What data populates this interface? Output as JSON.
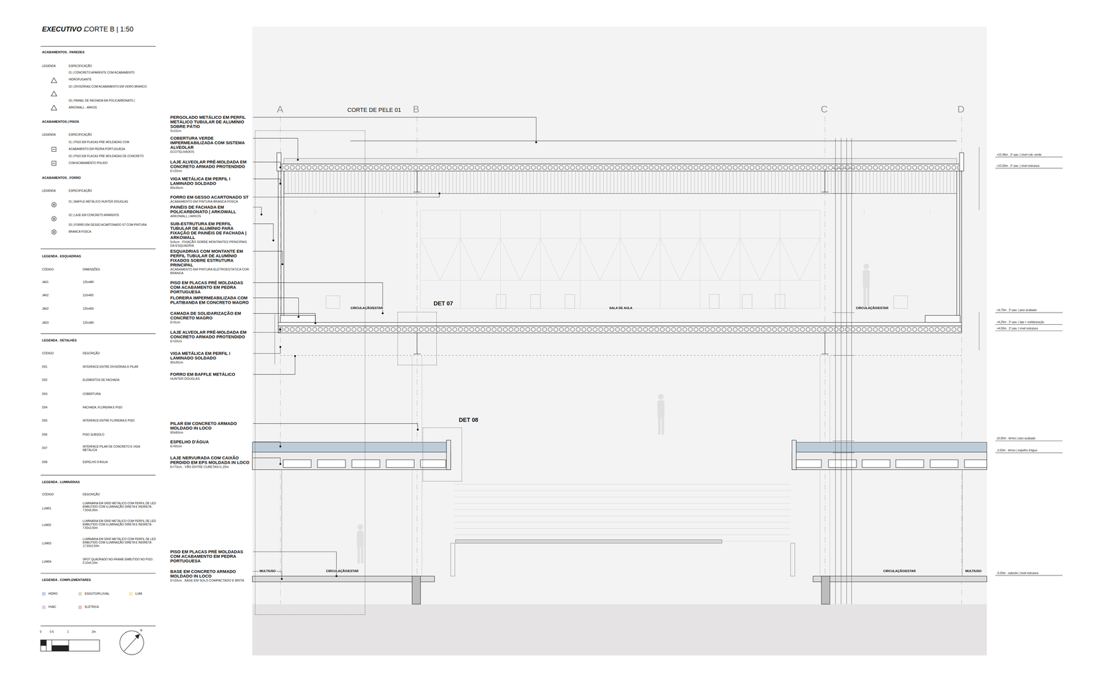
{
  "diagram": {
    "title": "EXECUTIVO .",
    "nodes": [
      {
        "text": [
          "CORTE DE PELE 01"
        ]
      },
      {
        "text": [
          "DET 07"
        ]
      },
      {
        "text": [
          "DET 08"
        ]
      }
    ],
    "labels": [
      "CORTE B | 1:50",
      "ACABAMENTOS . PAREDES",
      "LEGENDA",
      "ESPECIFICAÇÃO",
      "ACABAMENTOS | PISOS",
      "LEGENDA",
      "ESPECIFICAÇÃO",
      "ACABAMENTOS . FORRO",
      "LEGENDA",
      "ESPECIFICAÇÃO",
      "LEGENDA . ESQUADRIAS",
      "CÓDIGO",
      "DIMENSÕES",
      "JA01",
      "125x480",
      "JA02",
      "110x450",
      "JA02",
      "125x450",
      "JA03",
      "125x380",
      "LEGENDA . DETALHES",
      "CÓDIGO",
      "DESCRIÇÃO",
      "D01",
      "INTERFACE ENTRE DIVISÓRIAS E PILAR",
      "D02",
      "ELEMENTOS DE FACHADA",
      "D03",
      "COBERTURA",
      "D04",
      "FACHADA, FLOREIRA E PISO",
      "D05",
      "INTERFACE ENTRE FLOREIRA E PISO",
      "D06",
      "PISO SUBSOLO",
      "D07",
      "INTERFACE PILAR DE CONCRETO E VIGA METÁLICA",
      "D08",
      "ESPELHO D'ÁGUA",
      "LEGENDA . LUMINÁRIAS",
      "CÓDIGO",
      "DESCRIÇÃO",
      "LUM01",
      "LUMINÁRIA EM GRID METÁLICO COM PERFIL DE LED EMBUTIDO COM ILUMINAÇÃO DIRETA E INDIRETA . 7,50x5,00m",
      "LUM02",
      "LUMINÁRIA EM GRID METÁLICO COM PERFIL DE LED EMBUTIDO COM ILUMINAÇÃO DIRETA E INDIRETA . 7,50x2,50m",
      "LUM03",
      "LUMINÁRIA EM GRID METÁLICO COM PERFIL DE LED EMBUTIDO COM ILUMINAÇÃO DIRETA E INDIRETA . 17,50x2,50m",
      "LUM04",
      "SPOT QUADRADO NO-FRAME EMBUTIDO NO PISO . 0,10x0,10m",
      "LEGENDA . COMPLEMENTARES",
      "0",
      "0.5",
      "1",
      "2m",
      "N",
      "A",
      "B",
      "C",
      "D",
      "CIRCULAÇÃO/ESTAR",
      "SALA DE AULA",
      "CIRCULAÇÃO/ESTAR",
      "MULTIUSO",
      "CIRCULAÇÃO/ESTAR",
      "CIRCULAÇÃO/ESTAR",
      "MULTIUSO",
      "+10,45m . 2º pav. | nível cob. verde",
      "+10,00m . 2º pav. | nível estrutura",
      "+4,70m . 2º pav. | piso acabado",
      "+4,25m . 2º pav. | laje + solidarização",
      "+4,00m . 2º pav. | nível estrutura",
      "±0,00m . térreo | piso acabado",
      "-0,50m . térreo | espelho d'água",
      "-5,00m . subsolo | nível estrutura",
      "PERGOLADO METÁLICO EM PERFIL METÁLICO TUBULAR DE ALUMÍNIO SOBRE PÁTIO",
      "5x10cm",
      "COBERTURA VERDE IMPERMEABILIZADA COM SISTEMA ALVEOLAR",
      "ECOTELHADOS",
      "LAJE ALVEOLAR PRÉ-MOLDADA EM CONCRETO ARMADO PROTENDIDO",
      "E=20cm",
      "VIGA METÁLICA EM PERFIL I LAMINADO SOLDADO",
      "80x30cm",
      "FORRO EM GESSO ACARTONADO ST",
      "ACABAMENTO EM PINTURA BRANCA FOSCA",
      "PAINÉIS DE FACHADA EM POLICARBONATO | ARKOWALL",
      "ARKOWALL | ARKOS",
      "SUB-ESTRUTURA EM PERFIL TUBULAR DE ALUMÍNIO PARA FIXAÇÃO DE PAINÉIS DE FACHADA | ARKOWALL",
      "5x5cm . FIXAÇÃO SOBRE MONTANTES PRINCIPAIS DA ESQUADRIA",
      "ESQUADRIAS COM MONTANTE EM PERFIL TUBULAR DE ALUMÍNIO FIXADOS SOBRE ESTRUTURA PRINCIPAL",
      "ACABAMENTO EM PINTURA ELETROESTÁTICA COR BRANCA",
      "PISO EM PLACAS PRÉ MOLDADAS COM ACABAMENTO EM PEDRA PORTUGUESA",
      "FLOREIRA IMPERMEABILIZADA COM PLATIBANDA EM CONCRETO MAGRO",
      "CAMADA DE SOLIDARIZAÇÃO EM CONCRETO MAGRO",
      "E=5cm",
      "LAJE ALVEOLAR PRÉ-MOLDADA EM CONCRETO ARMADO PROTENDIDO",
      "E=20cm",
      "VIGA METÁLICA EM PERFIL I LAMINADO SOLDADO",
      "80x30cm",
      "FORRO EM BAFFLE METÁLICO",
      "HUNTER DOUGLAS",
      "PILAR EM CONCRETO ARMADO MOLDADO IN LOCO",
      "80x80cm",
      "ESPELHO D'ÁGUA",
      "E=50cm",
      "LAJE NERVURADA COM CAIXÃO PERDIDO EM EPS MOLDADA IN LOCO",
      "E=70cm . VÃO ENTRE CUBETAS=1,25m",
      "PISO EM PLACAS PRÉ MOLDADAS COM ACABAMENTO EM PEDRA PORTUGUESA",
      "BASE EM CONCRETO ARMADO MOLDADO IN LOCO",
      "E=20cm . BASE EM SOLO COMPACTADO E BRITA"
    ],
    "legend": [
      {
        "text": "01 | CONCRETO APARENTE COM ACABAMENTO HIDROFUGANTE"
      },
      {
        "text": "02 | DIVISÓRIAS COM ACABAMENTO EM VIDRO BRANCO"
      },
      {
        "text": "03 | PAINEL DE FACHADA EM POLICARBONATO | ARKOWALL - ARKOS"
      },
      {
        "text": "01 | PISO EM PLACAS PRÉ MOLDADAS COM ACABAMENTO EM PEDRA PORTUGUESA"
      },
      {
        "text": "02 | PISO EM PLACAS PRÉ MOLDADAS DE CONCRETO COM ACABAMENTO POLIDO"
      },
      {
        "text": "01 | BAFFLE METÁLICO HUNTER DOUGLAS"
      },
      {
        "text": "02 | LAJE EM CONCRETO APARENTE"
      },
      {
        "text": "03 | FORRO EM GESSO ACARTONADO ST COM PINTURA BRANCA FOSCA"
      },
      {
        "text": "HIDRO",
        "color": "#c8c8ee"
      },
      {
        "text": "ESGOTO/PLUVIAL",
        "color": "#d8dcc8"
      },
      {
        "text": "LUMI",
        "color": "#f6ebb0"
      },
      {
        "text": "HVAC",
        "color": "#e6c8e8"
      },
      {
        "text": "ELÉTRICA",
        "color": "#f1bebe"
      }
    ]
  }
}
